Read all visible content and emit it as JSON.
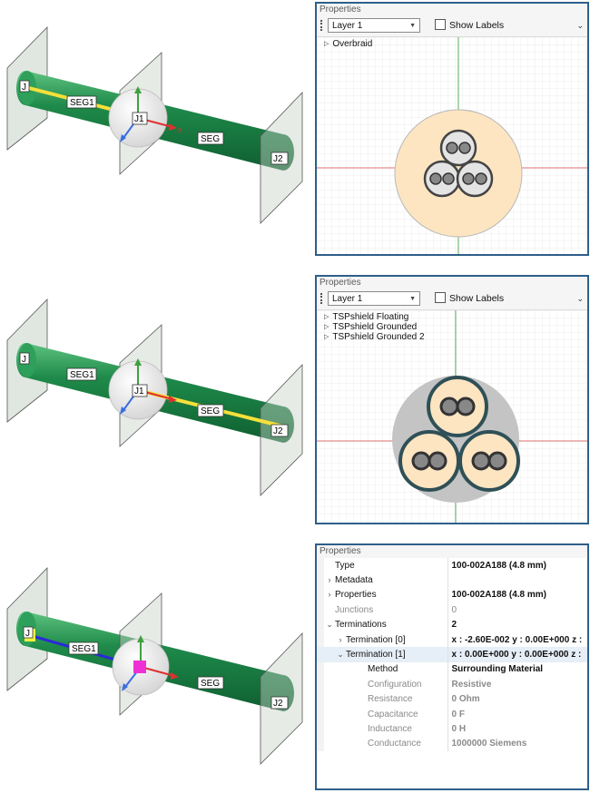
{
  "colors": {
    "cable": "#1e8a4a",
    "panel_border": "#2e5f8a",
    "harness": "#fde5c2",
    "axis_red": "#e05050",
    "axis_green": "#5bab5b"
  },
  "scenes": [
    {
      "labels": {
        "j1": "J",
        "seg1": "SEG1",
        "j_mid": "J1",
        "axis_x": "x",
        "seg": "SEG",
        "j2": "J2"
      }
    },
    {
      "labels": {
        "j1": "J",
        "seg1": "SEG1",
        "j_mid": "J1",
        "seg": "SEG",
        "j2": "J2"
      }
    },
    {
      "labels": {
        "j1": "J",
        "seg1": "SEG1",
        "seg": "SEG",
        "j2": "J2"
      }
    }
  ],
  "panel1": {
    "title": "Properties",
    "layer": "Layer 1",
    "show_labels": "Show Labels",
    "tree": [
      "Overbraid"
    ]
  },
  "panel2": {
    "title": "Properties",
    "layer": "Layer 1",
    "show_labels": "Show Labels",
    "tree": [
      "TSPshield Floating",
      "TSPshield Grounded",
      "TSPshield Grounded 2"
    ]
  },
  "panel3": {
    "title": "Properties",
    "rows": [
      {
        "label": "Type",
        "value": "100-002A188 (4.8 mm)"
      },
      {
        "label": "Metadata",
        "value": ""
      },
      {
        "label": "Properties",
        "value": "100-002A188 (4.8 mm)"
      },
      {
        "label": "Junctions",
        "value": "0"
      },
      {
        "label": "Terminations",
        "value": "2"
      },
      {
        "label": "Termination [0]",
        "value": "x : -2.60E-002  y : 0.00E+000  z :"
      },
      {
        "label": "Termination [1]",
        "value": "x : 0.00E+000  y : 0.00E+000  z :"
      },
      {
        "label": "Method",
        "value": "Surrounding Material"
      },
      {
        "label": "Configuration",
        "value": "Resistive"
      },
      {
        "label": "Resistance",
        "value": "0 Ohm"
      },
      {
        "label": "Capacitance",
        "value": "0 F"
      },
      {
        "label": "Inductance",
        "value": "0 H"
      },
      {
        "label": "Conductance",
        "value": "1000000 Siemens"
      }
    ]
  }
}
